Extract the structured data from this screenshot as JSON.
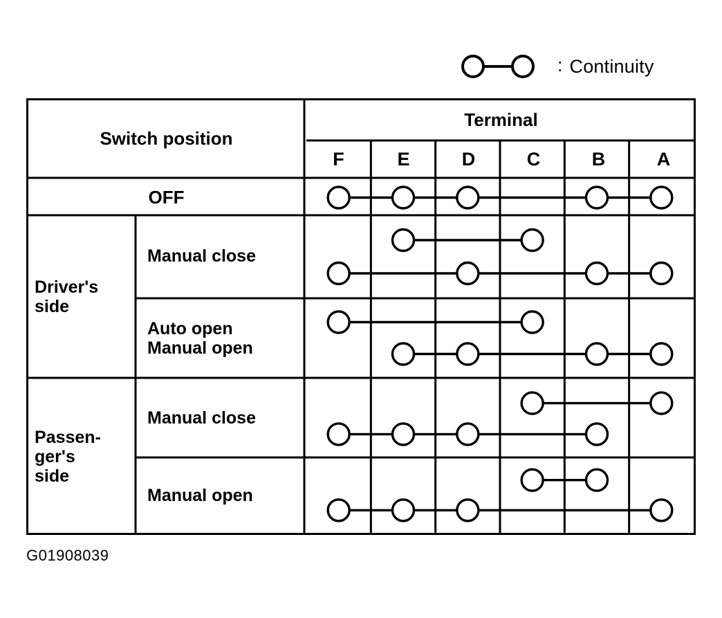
{
  "legend": {
    "symbol_name": "continuity-symbol",
    "separator": ":",
    "label": "Continuity"
  },
  "figure_id": "G01908039",
  "table": {
    "header": {
      "switch_position": "Switch position",
      "terminal": "Terminal",
      "terminals": [
        "F",
        "E",
        "D",
        "C",
        "B",
        "A"
      ]
    },
    "rows": [
      {
        "group": "",
        "label": "OFF",
        "connections": [
          {
            "terminals": [
              "F",
              "E",
              "D",
              "B",
              "A"
            ]
          }
        ]
      },
      {
        "group": "Driver's side",
        "label": "Manual close",
        "connections": [
          {
            "terminals": [
              "E",
              "C"
            ]
          },
          {
            "terminals": [
              "F",
              "D",
              "B",
              "A"
            ]
          }
        ]
      },
      {
        "group": "Driver's side",
        "label": "Auto open\nManual open",
        "label_line1": "Auto open",
        "label_line2": "Manual open",
        "connections": [
          {
            "terminals": [
              "F",
              "C"
            ]
          },
          {
            "terminals": [
              "E",
              "D",
              "B",
              "A"
            ]
          }
        ]
      },
      {
        "group": "Passenger's side",
        "label": "Manual close",
        "connections": [
          {
            "terminals": [
              "C",
              "A"
            ]
          },
          {
            "terminals": [
              "F",
              "E",
              "D",
              "B"
            ]
          }
        ]
      },
      {
        "group": "Passenger's side",
        "label": "Manual open",
        "connections": [
          {
            "terminals": [
              "C",
              "B"
            ]
          },
          {
            "terminals": [
              "F",
              "E",
              "D",
              "A"
            ]
          }
        ]
      }
    ],
    "groups": [
      {
        "label_line1": "Driver's",
        "label_line2": "side"
      },
      {
        "label_line1": "Passen-",
        "label_line2": "ger's",
        "label_line3": "side"
      }
    ]
  },
  "colors": {
    "ink": "#000000",
    "paper": "#ffffff"
  }
}
